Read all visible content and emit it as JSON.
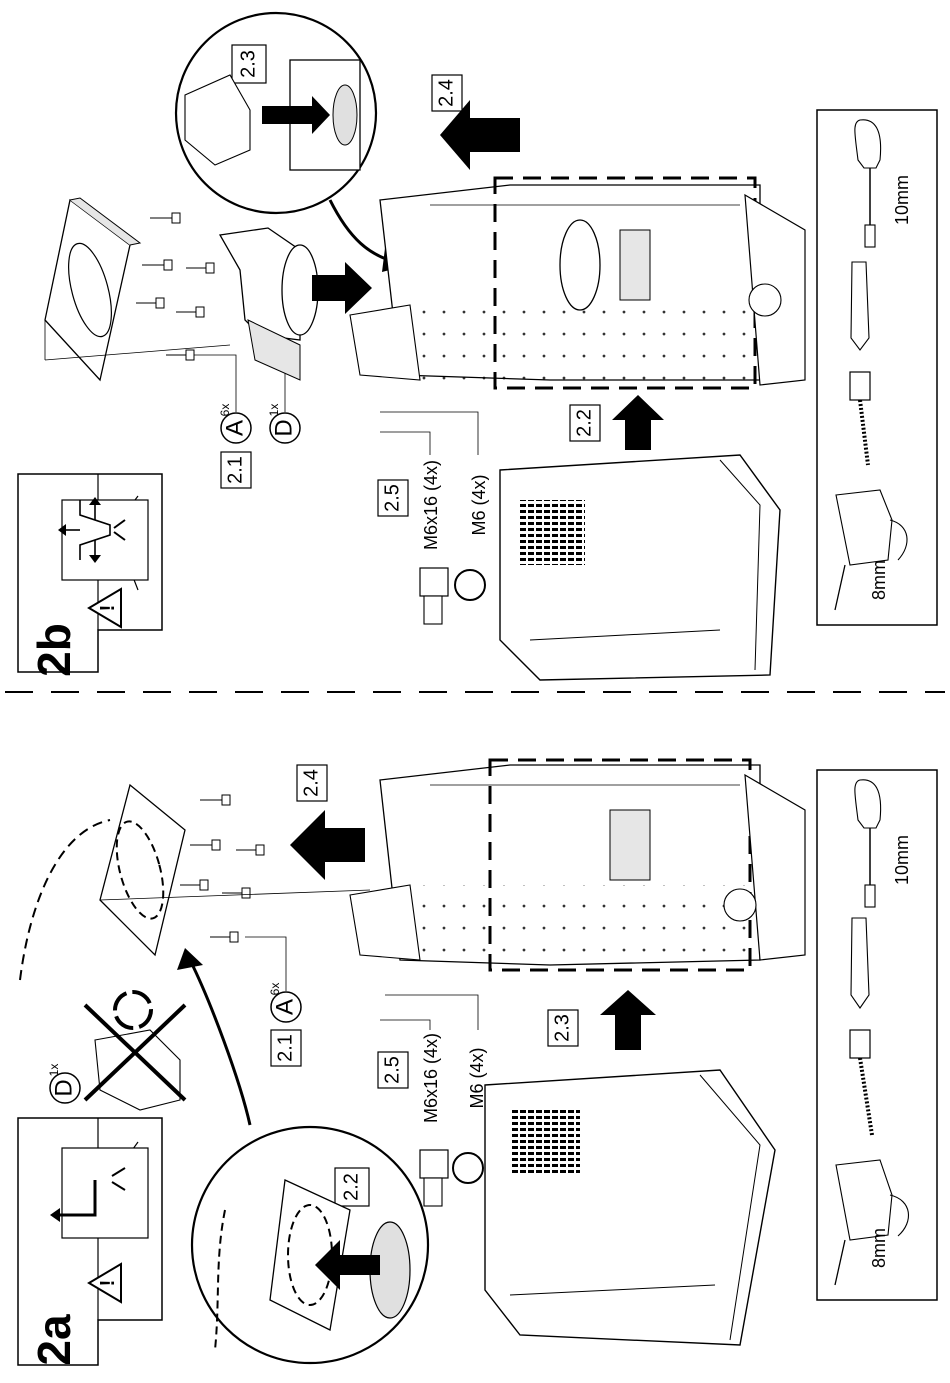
{
  "colors": {
    "ink": "#000000",
    "paper": "#ffffff",
    "panel": "#f4f4f4",
    "shade": "#d9d9d9"
  },
  "panel_b": {
    "id": "2b",
    "steps": {
      "s21": "2.1",
      "s22": "2.2",
      "s23": "2.3",
      "s24": "2.4",
      "s25": "2.5"
    },
    "parts": {
      "a_letter": "A",
      "a_qty": "6x",
      "d_letter": "D",
      "d_qty": "1x"
    },
    "fasteners": {
      "bolt": "M6x16 (4x)",
      "washer": "M6 (4x)"
    },
    "tools": {
      "screwdriver": "10mm",
      "drill": "8mm"
    },
    "icons": [
      "ducting-mode-icon",
      "warning-icon",
      "screwdriver-icon",
      "pencil-icon",
      "tape-measure-icon",
      "drill-icon"
    ]
  },
  "panel_a": {
    "id": "2a",
    "steps": {
      "s21": "2.1",
      "s22": "2.2",
      "s23": "2.3",
      "s24": "2.4",
      "s25": "2.5"
    },
    "parts": {
      "a_letter": "A",
      "a_qty": "6x",
      "d_letter": "D",
      "d_qty": "1x"
    },
    "fasteners": {
      "bolt": "M6x16 (4x)",
      "washer": "M6 (4x)"
    },
    "tools": {
      "screwdriver": "10mm",
      "drill": "8mm"
    },
    "icons": [
      "recirculation-mode-icon",
      "warning-icon",
      "recycle-icon",
      "screwdriver-icon",
      "pencil-icon",
      "tape-measure-icon",
      "drill-icon"
    ]
  }
}
